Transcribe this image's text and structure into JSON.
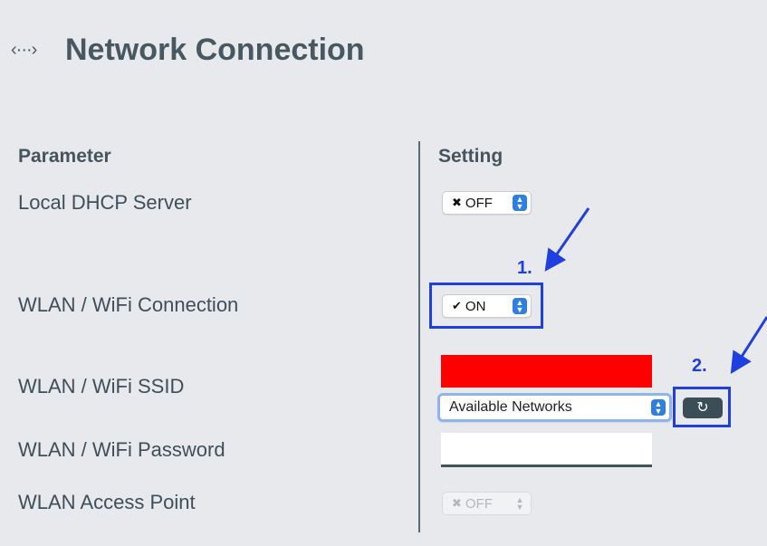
{
  "header": {
    "icon": "network-icon",
    "icon_glyph": "‹···›",
    "title": "Network Connection"
  },
  "table": {
    "parameter_header": "Parameter",
    "setting_header": "Setting",
    "rows": [
      {
        "label": "Local DHCP Server"
      },
      {
        "label": "WLAN / WiFi Connection"
      },
      {
        "label": "WLAN / WiFi SSID"
      },
      {
        "label": "WLAN / WiFi Password"
      },
      {
        "label": "WLAN Access Point"
      }
    ]
  },
  "settings": {
    "dhcp": {
      "glyph": "✖",
      "value": "OFF"
    },
    "wifi": {
      "glyph": "✔",
      "value": "ON"
    },
    "ssid_color": "#ff0000",
    "networks": {
      "value": "Available Networks"
    },
    "refresh_glyph": "↻",
    "access_point": {
      "glyph": "✖",
      "value": "OFF",
      "disabled": true
    }
  },
  "annotations": {
    "step1": "1.",
    "step2": "2.",
    "color": "#1f3fe0"
  }
}
